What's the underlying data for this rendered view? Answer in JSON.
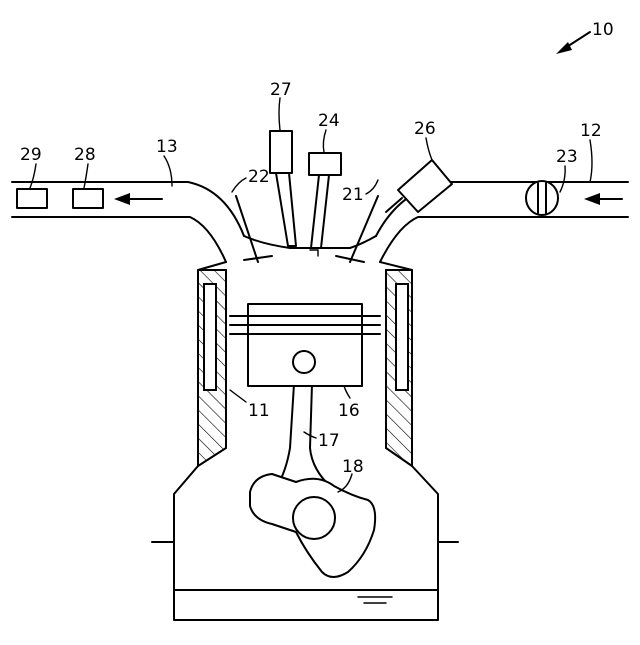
{
  "labels": {
    "engine_system": "10",
    "cylinder_block": "11",
    "intake_passage": "12",
    "exhaust_passage": "13",
    "piston": "16",
    "connecting_rod": "17",
    "crankshaft": "18",
    "intake_valve": "21",
    "exhaust_valve": "22",
    "throttle_valve": "23",
    "spark_plug": "24",
    "fuel_injector": "26",
    "exhaust_component_27": "27",
    "exhaust_component_28": "28",
    "exhaust_component_29": "29"
  }
}
